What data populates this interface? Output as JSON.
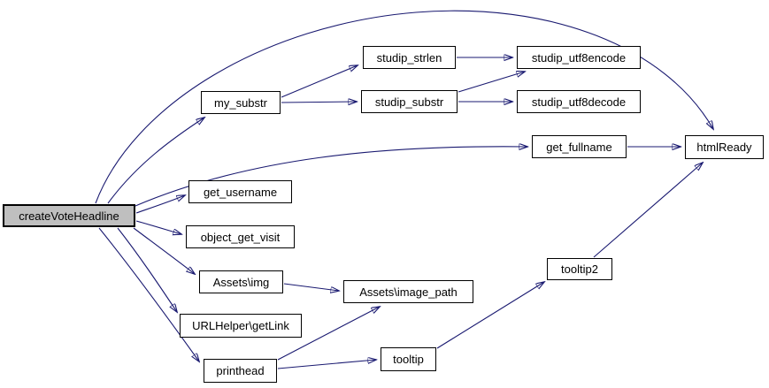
{
  "diagram": {
    "type": "call-graph",
    "background_color": "#ffffff",
    "edge_color": "#191970",
    "node_fill_color": "#ffffff",
    "node_border_color": "#000000",
    "highlight_fill_color": "#bfbfbf",
    "root_node": "createVoteHeadline",
    "nodes": [
      {
        "id": "createVoteHeadline",
        "label": "createVoteHeadline",
        "highlighted": true
      },
      {
        "id": "my_substr",
        "label": "my_substr",
        "highlighted": false
      },
      {
        "id": "studip_strlen",
        "label": "studip_strlen",
        "highlighted": false
      },
      {
        "id": "studip_substr",
        "label": "studip_substr",
        "highlighted": false
      },
      {
        "id": "studip_utf8encode",
        "label": "studip_utf8encode",
        "highlighted": false
      },
      {
        "id": "studip_utf8decode",
        "label": "studip_utf8decode",
        "highlighted": false
      },
      {
        "id": "get_fullname",
        "label": "get_fullname",
        "highlighted": false
      },
      {
        "id": "htmlReady",
        "label": "htmlReady",
        "highlighted": false
      },
      {
        "id": "get_username",
        "label": "get_username",
        "highlighted": false
      },
      {
        "id": "object_get_visit",
        "label": "object_get_visit",
        "highlighted": false
      },
      {
        "id": "assets_img",
        "label": "Assets\\img",
        "highlighted": false
      },
      {
        "id": "assets_image_path",
        "label": "Assets\\image_path",
        "highlighted": false
      },
      {
        "id": "urlhelper_getlink",
        "label": "URLHelper\\getLink",
        "highlighted": false
      },
      {
        "id": "printhead",
        "label": "printhead",
        "highlighted": false
      },
      {
        "id": "tooltip",
        "label": "tooltip",
        "highlighted": false
      },
      {
        "id": "tooltip2",
        "label": "tooltip2",
        "highlighted": false
      }
    ],
    "edges": [
      {
        "from": "createVoteHeadline",
        "to": "htmlReady"
      },
      {
        "from": "createVoteHeadline",
        "to": "my_substr"
      },
      {
        "from": "createVoteHeadline",
        "to": "get_fullname"
      },
      {
        "from": "createVoteHeadline",
        "to": "get_username"
      },
      {
        "from": "createVoteHeadline",
        "to": "object_get_visit"
      },
      {
        "from": "createVoteHeadline",
        "to": "assets_img"
      },
      {
        "from": "createVoteHeadline",
        "to": "urlhelper_getlink"
      },
      {
        "from": "createVoteHeadline",
        "to": "printhead"
      },
      {
        "from": "my_substr",
        "to": "studip_strlen"
      },
      {
        "from": "my_substr",
        "to": "studip_substr"
      },
      {
        "from": "studip_strlen",
        "to": "studip_utf8encode"
      },
      {
        "from": "studip_substr",
        "to": "studip_utf8encode"
      },
      {
        "from": "studip_substr",
        "to": "studip_utf8decode"
      },
      {
        "from": "get_fullname",
        "to": "htmlReady"
      },
      {
        "from": "assets_img",
        "to": "assets_image_path"
      },
      {
        "from": "printhead",
        "to": "assets_image_path"
      },
      {
        "from": "printhead",
        "to": "tooltip"
      },
      {
        "from": "tooltip",
        "to": "tooltip2"
      },
      {
        "from": "tooltip2",
        "to": "htmlReady"
      }
    ]
  }
}
